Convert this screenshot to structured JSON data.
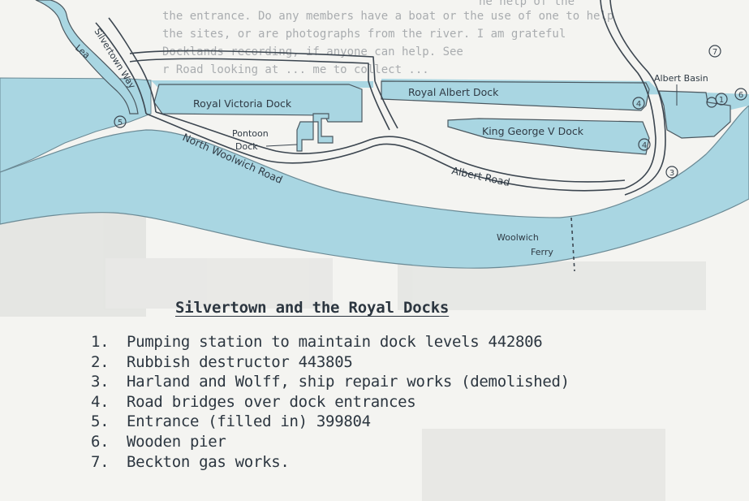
{
  "map": {
    "background_text": [
      "he help of the",
      "the entrance. Do any members have a boat or the use of one to help",
      "the sites, or are photographs from the river. I am grateful",
      "Docklands recording, if anyone can help. See",
      "r Road looking at ...  me to collect ..."
    ],
    "labels": {
      "silvertown_way": "Silvertown Way",
      "lea": "Lea",
      "royal_victoria_dock": "Royal Victoria Dock",
      "pontoon_dock_line1": "Pontoon",
      "pontoon_dock_line2": "Dock",
      "north_woolwich_road": "North Woolwich Road",
      "royal_albert_dock": "Royal Albert Dock",
      "king_george_v_dock": "King George V Dock",
      "albert_road": "Albert Road",
      "albert_basin": "Albert Basin",
      "woolwich_ferry_line1": "Woolwich",
      "woolwich_ferry_line2": "Ferry"
    },
    "markers": [
      "1",
      "3",
      "4",
      "4",
      "5",
      "6",
      "7"
    ]
  },
  "legend": {
    "title": "Silvertown and the Royal Docks",
    "items": [
      {
        "num": "1.",
        "text": "Pumping station to maintain dock levels 442806"
      },
      {
        "num": "2.",
        "text": "Rubbish destructor 443805"
      },
      {
        "num": "3.",
        "text": "Harland and Wolff, ship repair works (demolished)"
      },
      {
        "num": "4.",
        "text": "Road bridges over dock entrances"
      },
      {
        "num": "5.",
        "text": "Entrance (filled in) 399804"
      },
      {
        "num": "6.",
        "text": "Wooden pier"
      },
      {
        "num": "7.",
        "text": "Beckton gas works."
      }
    ]
  },
  "colors": {
    "water": "#a9d6e2",
    "ink": "#3c4650",
    "paper": "#f4f4f1"
  }
}
